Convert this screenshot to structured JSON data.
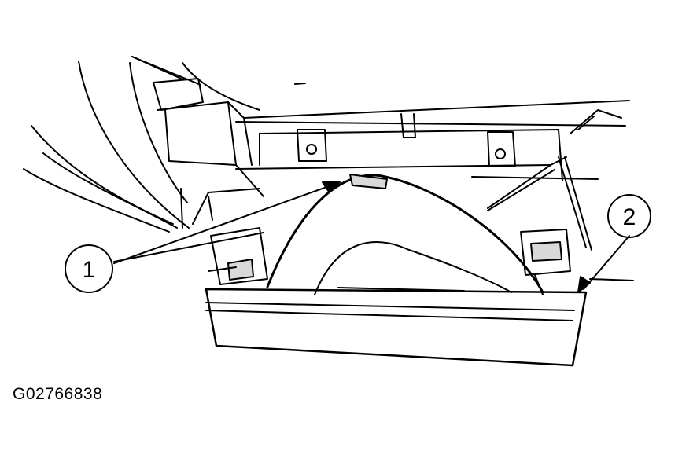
{
  "figure": {
    "id_label": "G02766838",
    "callouts": [
      {
        "number": "1"
      },
      {
        "number": "2"
      }
    ],
    "colors": {
      "ink": "#000000",
      "paper": "#ffffff",
      "shade": "#d9d9d9"
    }
  }
}
